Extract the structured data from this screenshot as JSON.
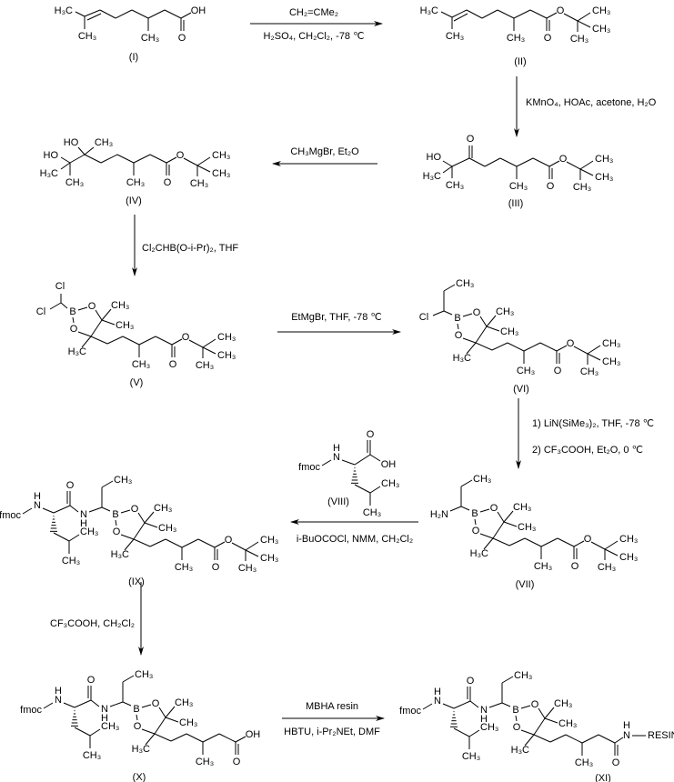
{
  "atom_labels": {
    "CH3": "CH₃",
    "H3C": "H₃C",
    "O": "O",
    "OH": "OH",
    "HO": "HO",
    "Cl": "Cl",
    "B": "B",
    "H2N": "H₂N",
    "N": "N",
    "H": "H",
    "fmoc": "fmoc",
    "RESIN": "RESIN"
  },
  "compounds": {
    "I": "(I)",
    "II": "(II)",
    "III": "(III)",
    "IV": "(IV)",
    "V": "(V)",
    "VI": "(VI)",
    "VII": "(VII)",
    "VIII": "(VIII)",
    "IX": "(IX)",
    "X": "(X)",
    "XI": "(XI)"
  },
  "reactions": {
    "r1": {
      "above": "CH₂=CMe₂",
      "below": "H₂SO₄, CH₂Cl₂, -78 ℃"
    },
    "r2": {
      "side": "KMnO₄, HOAc, acetone, H₂O"
    },
    "r3": {
      "above": "CH₃MgBr, Et₂O"
    },
    "r4": {
      "side": "Cl₂CHB(O-i-Pr)₂, THF"
    },
    "r5": {
      "above": "EtMgBr, THF, -78 ℃"
    },
    "r6": {
      "line1": "1) LiN(SiMe₃)₂, THF, -78 ℃",
      "line2": "2) CF₃COOH, Et₂O, 0 ℃"
    },
    "r7": {
      "below": "i-BuOCOCl, NMM, CH₂Cl₂"
    },
    "r8": {
      "side": "CF₃COOH, CH₂Cl₂"
    },
    "r9": {
      "above": "MBHA resin",
      "below": "HBTU, i-Pr₂NEt, DMF"
    }
  }
}
